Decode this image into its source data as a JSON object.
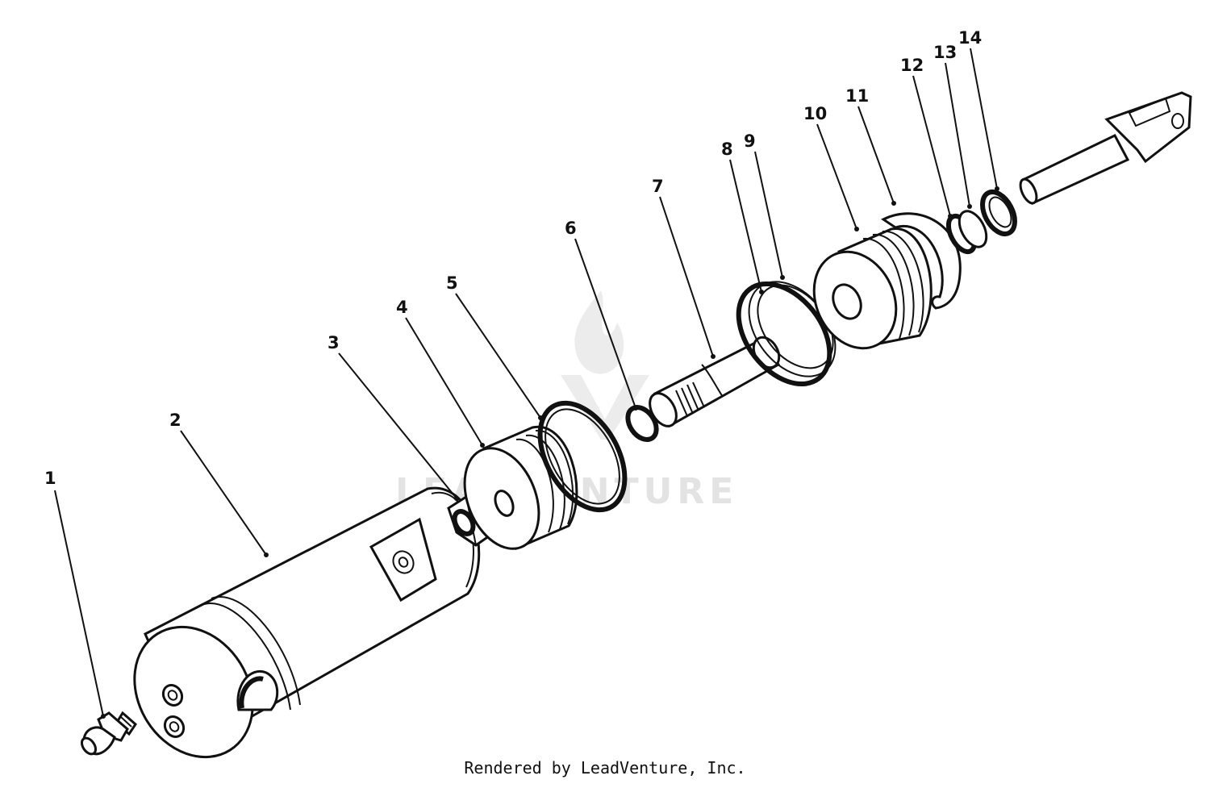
{
  "watermark": {
    "text": "LEADVENTURE"
  },
  "credit": "Rendered by LeadVenture, Inc.",
  "callouts": [
    {
      "id": "1",
      "label": "1"
    },
    {
      "id": "2",
      "label": "2"
    },
    {
      "id": "3",
      "label": "3"
    },
    {
      "id": "4",
      "label": "4"
    },
    {
      "id": "5",
      "label": "5"
    },
    {
      "id": "6",
      "label": "6"
    },
    {
      "id": "7",
      "label": "7"
    },
    {
      "id": "8",
      "label": "8"
    },
    {
      "id": "9",
      "label": "9"
    },
    {
      "id": "10",
      "label": "10"
    },
    {
      "id": "11",
      "label": "11"
    },
    {
      "id": "12",
      "label": "12"
    },
    {
      "id": "13",
      "label": "13"
    },
    {
      "id": "14",
      "label": "14"
    }
  ]
}
